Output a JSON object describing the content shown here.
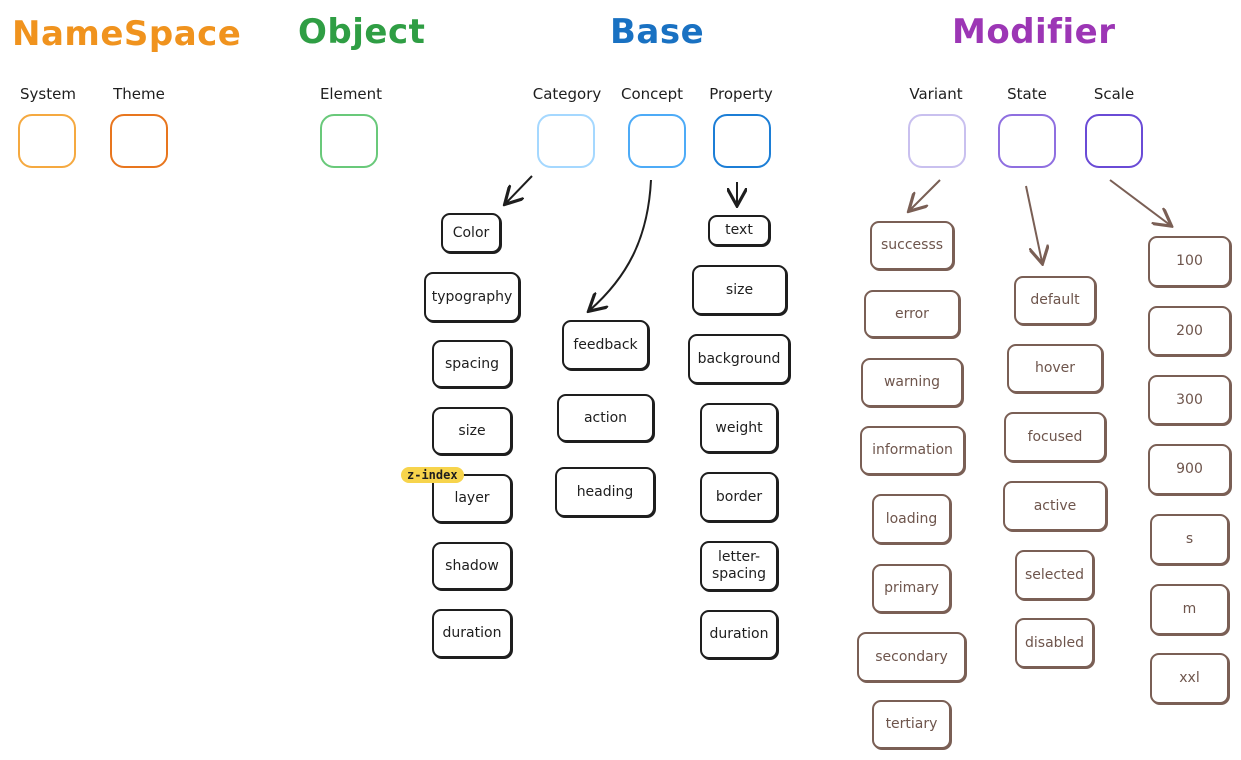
{
  "headings": {
    "namespace": {
      "label": "NameSpace",
      "color": "#f0931e"
    },
    "object": {
      "label": "Object",
      "color": "#2f9e44"
    },
    "base": {
      "label": "Base",
      "color": "#1971c2"
    },
    "modifier": {
      "label": "Modifier",
      "color": "#9c36b5"
    }
  },
  "sublabels": {
    "system": "System",
    "theme": "Theme",
    "element": "Element",
    "category": "Category",
    "concept": "Concept",
    "property": "Property",
    "variant": "Variant",
    "state": "State",
    "scale": "Scale"
  },
  "square_colors": {
    "system": "#f5a940",
    "theme": "#e8761e",
    "element": "#69c97a",
    "category": "#a5d8ff",
    "concept": "#4dabf7",
    "property": "#1c7ed6",
    "variant": "#c9c0ef",
    "state": "#8f6fe0",
    "scale": "#6a4bd6"
  },
  "category_items": [
    "Color",
    "typography",
    "spacing",
    "size",
    "layer",
    "shadow",
    "duration"
  ],
  "concept_items": [
    "feedback",
    "action",
    "heading"
  ],
  "property_items": [
    "text",
    "size",
    "background",
    "weight",
    "border",
    "letter-spacing",
    "duration"
  ],
  "variant_items": [
    "successs",
    "error",
    "warning",
    "information",
    "loading",
    "primary",
    "secondary",
    "tertiary"
  ],
  "state_items": [
    "default",
    "hover",
    "focused",
    "active",
    "selected",
    "disabled"
  ],
  "scale_items": [
    "100",
    "200",
    "300",
    "900",
    "s",
    "m",
    "xxl"
  ],
  "annotation": {
    "z_index": "z-index"
  }
}
